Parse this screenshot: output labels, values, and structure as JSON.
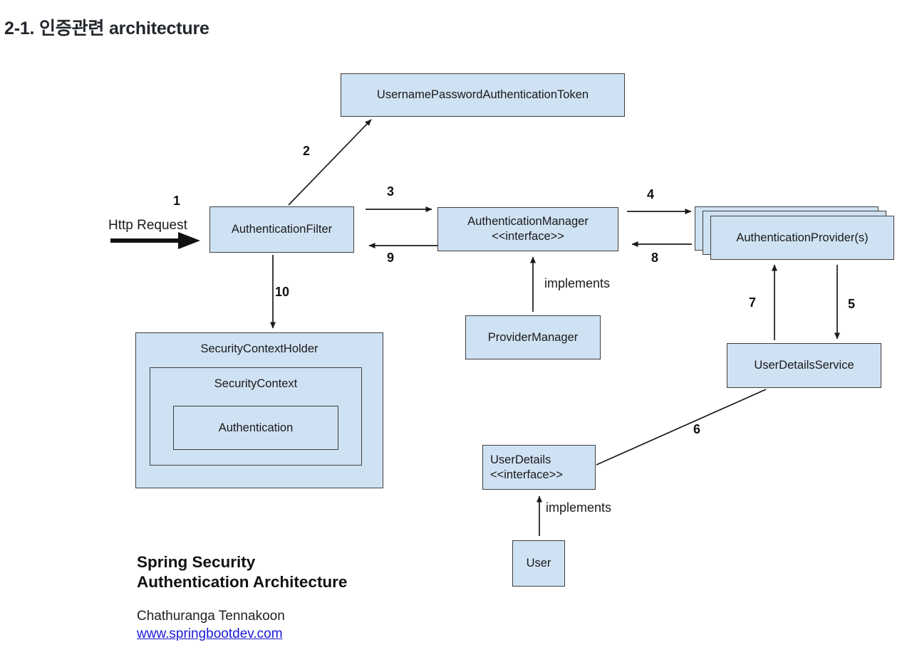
{
  "header": {
    "title": "2-1. 인증관련 architecture"
  },
  "diagram": {
    "colors": {
      "box_fill": "#cfe2f3",
      "box_border": "#3e3e3e",
      "line": "#1a1a1a",
      "link_blue": "#1a1ad6"
    },
    "boxes": {
      "token": {
        "label": "UsernamePasswordAuthenticationToken"
      },
      "filter": {
        "label": "AuthenticationFilter"
      },
      "manager": {
        "label": "AuthenticationManager",
        "stereotype": "<<interface>>"
      },
      "providers": {
        "label": "AuthenticationProvider(s)"
      },
      "provider_manager": {
        "label": "ProviderManager"
      },
      "security_context_holder": {
        "label": "SecurityContextHolder"
      },
      "security_context": {
        "label": "SecurityContext"
      },
      "authentication": {
        "label": "Authentication"
      },
      "user_details_service": {
        "label": "UserDetailsService"
      },
      "user_details": {
        "label": "UserDetails",
        "stereotype": "<<interface>>"
      },
      "user": {
        "label": "User"
      }
    },
    "annotations": {
      "http_request": "Http Request",
      "implements_manager": "implements",
      "implements_user": "implements"
    },
    "step_numbers": {
      "s1": "1",
      "s2": "2",
      "s3": "3",
      "s4": "4",
      "s5": "5",
      "s6": "6",
      "s7": "7",
      "s8": "8",
      "s9": "9",
      "s10": "10"
    }
  },
  "footer": {
    "title_line1": "Spring Security",
    "title_line2": "Authentication Architecture",
    "author": "Chathuranga Tennakoon",
    "website": "www.springbootdev.com"
  }
}
